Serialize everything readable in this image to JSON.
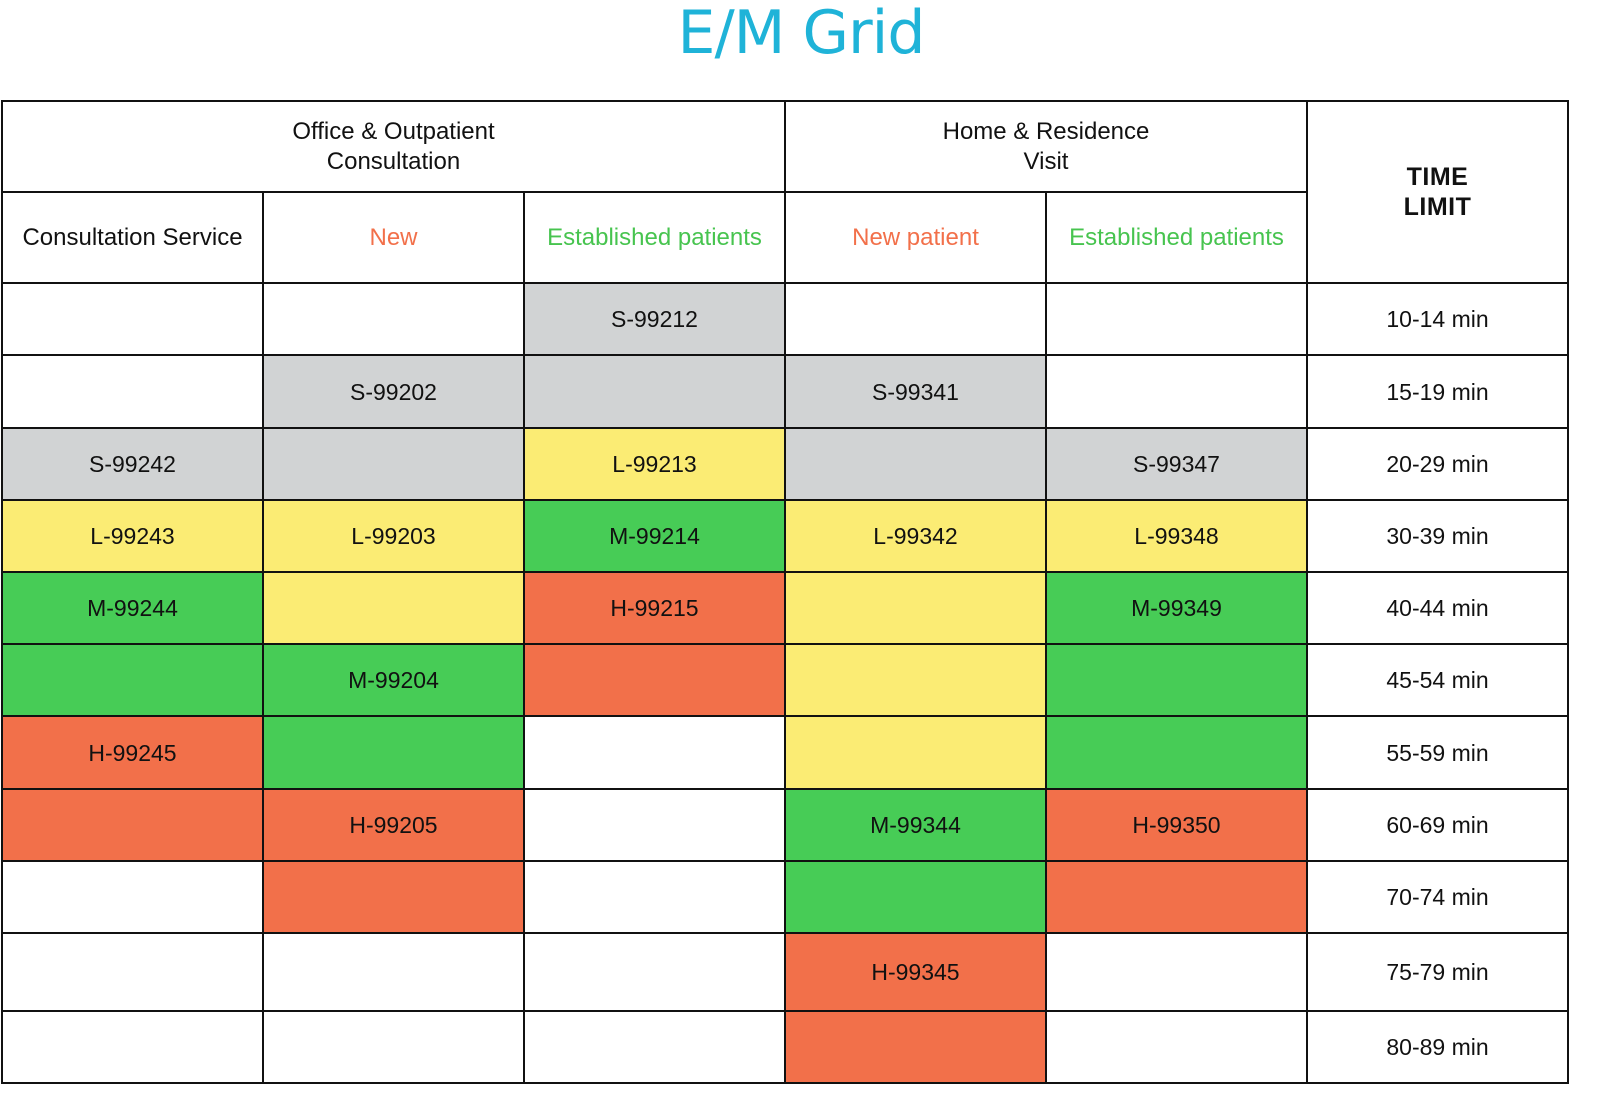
{
  "title": "E/M Grid",
  "colors": {
    "title": "#1fb3d8",
    "header_new": "#f2704a",
    "header_established": "#47c44f",
    "S": "#d1d3d4",
    "L": "#fbec74",
    "M": "#47cc56",
    "H": "#f2704a",
    "empty": "#ffffff",
    "text": "#111111"
  },
  "header": {
    "groups": [
      {
        "label": "Office & Outpatient\nConsultation"
      },
      {
        "label": "Home & Residence\nVisit"
      }
    ],
    "time_limit_label": "TIME\nLIMIT",
    "columns": [
      {
        "label": "Consultation Service",
        "color": "#111111"
      },
      {
        "label": "New",
        "color": "#f2704a"
      },
      {
        "label": "Established patients",
        "color": "#47c44f"
      },
      {
        "label": "New patient",
        "color": "#f2704a"
      },
      {
        "label": "Established patients",
        "color": "#47c44f"
      }
    ]
  },
  "chart_data": {
    "type": "table",
    "title": "E/M Grid",
    "column_groups": [
      "Office & Outpatient Consultation",
      "Home & Residence Visit"
    ],
    "columns": [
      "Consultation Service",
      "New",
      "Established patients",
      "New patient",
      "Established patients"
    ],
    "time_header": "TIME LIMIT",
    "rows": [
      {
        "time": "10-14 min",
        "cells": [
          {
            "text": "",
            "level": ""
          },
          {
            "text": "",
            "level": ""
          },
          {
            "text": "S-99212",
            "level": "S"
          },
          {
            "text": "",
            "level": ""
          },
          {
            "text": "",
            "level": ""
          }
        ]
      },
      {
        "time": "15-19 min",
        "cells": [
          {
            "text": "",
            "level": ""
          },
          {
            "text": "S-99202",
            "level": "S"
          },
          {
            "text": "",
            "level": "S"
          },
          {
            "text": "S-99341",
            "level": "S"
          },
          {
            "text": "",
            "level": ""
          }
        ]
      },
      {
        "time": "20-29 min",
        "cells": [
          {
            "text": "S-99242",
            "level": "S"
          },
          {
            "text": "",
            "level": "S"
          },
          {
            "text": "L-99213",
            "level": "L"
          },
          {
            "text": "",
            "level": "S"
          },
          {
            "text": "S-99347",
            "level": "S"
          }
        ]
      },
      {
        "time": "30-39 min",
        "cells": [
          {
            "text": "L-99243",
            "level": "L"
          },
          {
            "text": "L-99203",
            "level": "L"
          },
          {
            "text": "M-99214",
            "level": "M"
          },
          {
            "text": "L-99342",
            "level": "L"
          },
          {
            "text": "L-99348",
            "level": "L"
          }
        ]
      },
      {
        "time": "40-44 min",
        "cells": [
          {
            "text": "M-99244",
            "level": "M"
          },
          {
            "text": "",
            "level": "L"
          },
          {
            "text": "H-99215",
            "level": "H"
          },
          {
            "text": "",
            "level": "L"
          },
          {
            "text": "M-99349",
            "level": "M"
          }
        ]
      },
      {
        "time": "45-54 min",
        "cells": [
          {
            "text": "",
            "level": "M"
          },
          {
            "text": "M-99204",
            "level": "M"
          },
          {
            "text": "",
            "level": "H"
          },
          {
            "text": "",
            "level": "L"
          },
          {
            "text": "",
            "level": "M"
          }
        ]
      },
      {
        "time": "55-59 min",
        "cells": [
          {
            "text": "H-99245",
            "level": "H"
          },
          {
            "text": "",
            "level": "M"
          },
          {
            "text": "",
            "level": ""
          },
          {
            "text": "",
            "level": "L"
          },
          {
            "text": "",
            "level": "M"
          }
        ]
      },
      {
        "time": "60-69 min",
        "cells": [
          {
            "text": "",
            "level": "H"
          },
          {
            "text": "H-99205",
            "level": "H"
          },
          {
            "text": "",
            "level": ""
          },
          {
            "text": "M-99344",
            "level": "M"
          },
          {
            "text": "H-99350",
            "level": "H"
          }
        ]
      },
      {
        "time": "70-74 min",
        "cells": [
          {
            "text": "",
            "level": ""
          },
          {
            "text": "",
            "level": "H"
          },
          {
            "text": "",
            "level": ""
          },
          {
            "text": "",
            "level": "M"
          },
          {
            "text": "",
            "level": "H"
          }
        ]
      },
      {
        "time": "75-79 min",
        "cells": [
          {
            "text": "",
            "level": ""
          },
          {
            "text": "",
            "level": ""
          },
          {
            "text": "",
            "level": ""
          },
          {
            "text": "H-99345",
            "level": "H"
          },
          {
            "text": "",
            "level": ""
          }
        ]
      },
      {
        "time": "80-89 min",
        "cells": [
          {
            "text": "",
            "level": ""
          },
          {
            "text": "",
            "level": ""
          },
          {
            "text": "",
            "level": ""
          },
          {
            "text": "",
            "level": "H"
          },
          {
            "text": "",
            "level": ""
          }
        ]
      }
    ]
  }
}
